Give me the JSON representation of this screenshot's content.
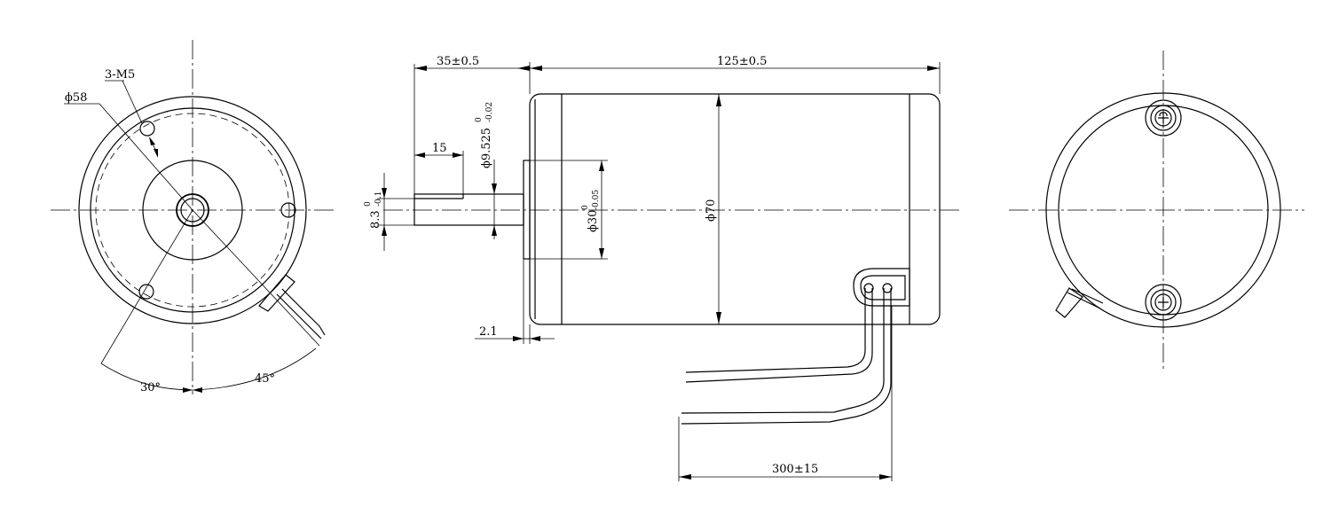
{
  "front_view": {
    "thread_label": "3-M5",
    "diameter_label": "ϕ58",
    "angle_left": "30°",
    "angle_right": "45°"
  },
  "side_view": {
    "overall_prefix": "125",
    "overall_pm": "±",
    "overall_tol": "0.5",
    "shaft_prefix": "35",
    "shaft_pm": "±",
    "shaft_tol": "0.5",
    "flat_len": "15",
    "shaft_dia_main": "ϕ9.525",
    "shaft_dia_upper": "0",
    "shaft_dia_lower": "-0.02",
    "flat_main": "8.3",
    "flat_upper": "0",
    "flat_lower": "-0.1",
    "boss_main": "ϕ30",
    "boss_upper": "0",
    "boss_lower": "-0.05",
    "body_dia": "ϕ70",
    "flange_thk": "2.1",
    "lead_prefix": "300",
    "lead_pm": "±",
    "lead_tol": "15"
  }
}
